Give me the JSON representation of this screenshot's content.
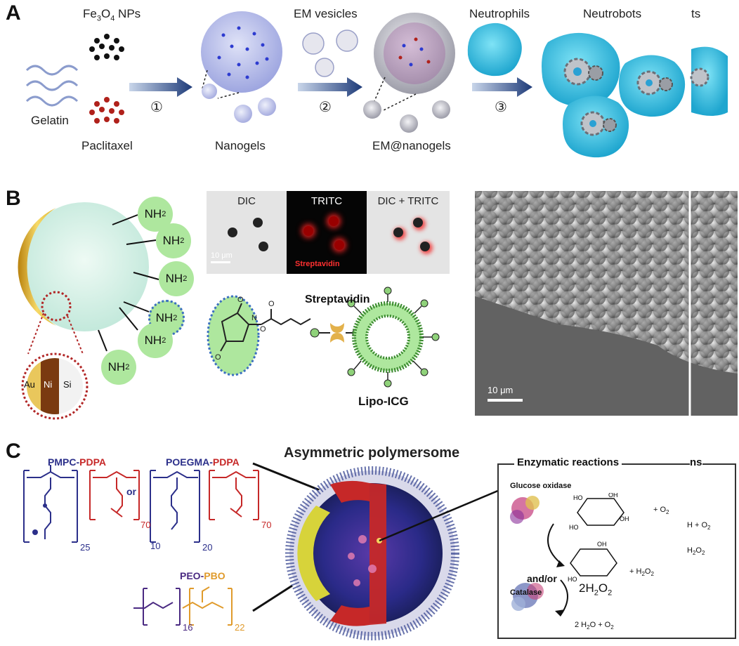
{
  "panel_a": {
    "letter": "A",
    "gelatin": "Gelatin",
    "fe3o4": "Fe",
    "fe3o4_sub": "3",
    "fe3o4_mid": "O",
    "fe3o4_sub2": "4",
    "fe3o4_tail": " NPs",
    "paclitaxel": "Paclitaxel",
    "nanogels": "Nanogels",
    "em_vesicles": "EM vesicles",
    "em_nanogels": "EM@nanogels",
    "neutrophils": "Neutrophils",
    "neutrobots": "Neutrobots",
    "cut_text": "ts",
    "step1": "①",
    "step2": "②",
    "step3": "③"
  },
  "panel_b": {
    "letter": "B",
    "nh2_labels": [
      "NH",
      "NH",
      "NH",
      "NH",
      "NH",
      "NH"
    ],
    "nh2_sub": "2",
    "layer_au": "Au",
    "layer_ni": "Ni",
    "layer_si": "Si",
    "micro_dic": "DIC",
    "micro_tritc": "TRITC",
    "micro_dic_tritc": "DIC + TRITC",
    "micro_scale": "10 μm",
    "streptavidin_red": "Streptavidin",
    "streptavidin": "Streptavidin",
    "lipo_icg": "Lipo-ICG",
    "sem_scale": "10 μm"
  },
  "panel_c": {
    "letter": "C",
    "title": "Asymmetric polymersome",
    "pmpc": "PMPC",
    "pdpa": "PDPA",
    "poegma": "POEGMA",
    "or": "or",
    "n25": "25",
    "n70a": "70",
    "n20": "20",
    "n10": "10",
    "n70b": "70",
    "peo": "PEO",
    "pbo": "PBO",
    "n16": "16",
    "n22": "22",
    "enzymatic": "Enzymatic reactions",
    "glucose_oxidase": "Glucose oxidase",
    "o2": "+ O",
    "o2_sub": "2",
    "h2o2_a": "+ H",
    "and_or": "and/or",
    "catalase": "Catalase",
    "two_h2o2": "2H",
    "products": "2 H",
    "cut_ns": "ns",
    "cut_o2": "H + O",
    "cut_h2o2": "H"
  }
}
